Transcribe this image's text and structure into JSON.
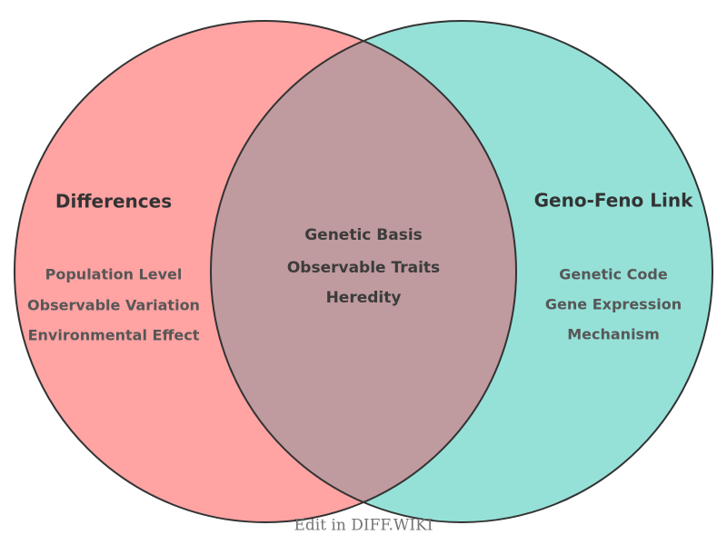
{
  "diagram": {
    "left": {
      "title": "Differences",
      "items": [
        "Population Level",
        "Observable Variation",
        "Environmental Effect"
      ]
    },
    "right": {
      "title": "Geno-Feno Link",
      "items": [
        "Genetic Code",
        "Gene Expression",
        "Mechanism"
      ]
    },
    "intersection": {
      "items": [
        "Genetic Basis",
        "Observable Traits",
        "Heredity"
      ]
    },
    "caption": "Edit in DIFF.WIKI",
    "colors": {
      "left_fill": "#ffa3a3",
      "right_fill": "#95e1d8",
      "overlap_fill": "#bf9a9e",
      "outline": "#333333",
      "title_text": "#333333",
      "item_text": "#575757",
      "center_text": "#3c3c3c",
      "caption_text": "#757575"
    }
  }
}
